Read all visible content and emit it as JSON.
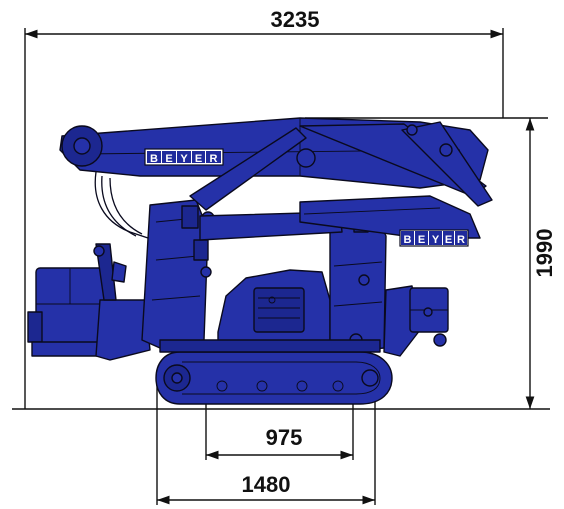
{
  "dimensions": {
    "overall_length": "3235",
    "overall_height": "1990",
    "track_inner_width": "975",
    "track_outer_width": "1480"
  },
  "branding": {
    "logo_text": [
      "B",
      "E",
      "Y",
      "E",
      "R"
    ]
  },
  "colors": {
    "machine_body": "#2531a8",
    "outline": "#0a0a1e",
    "logo_plate": "#ffffff"
  }
}
